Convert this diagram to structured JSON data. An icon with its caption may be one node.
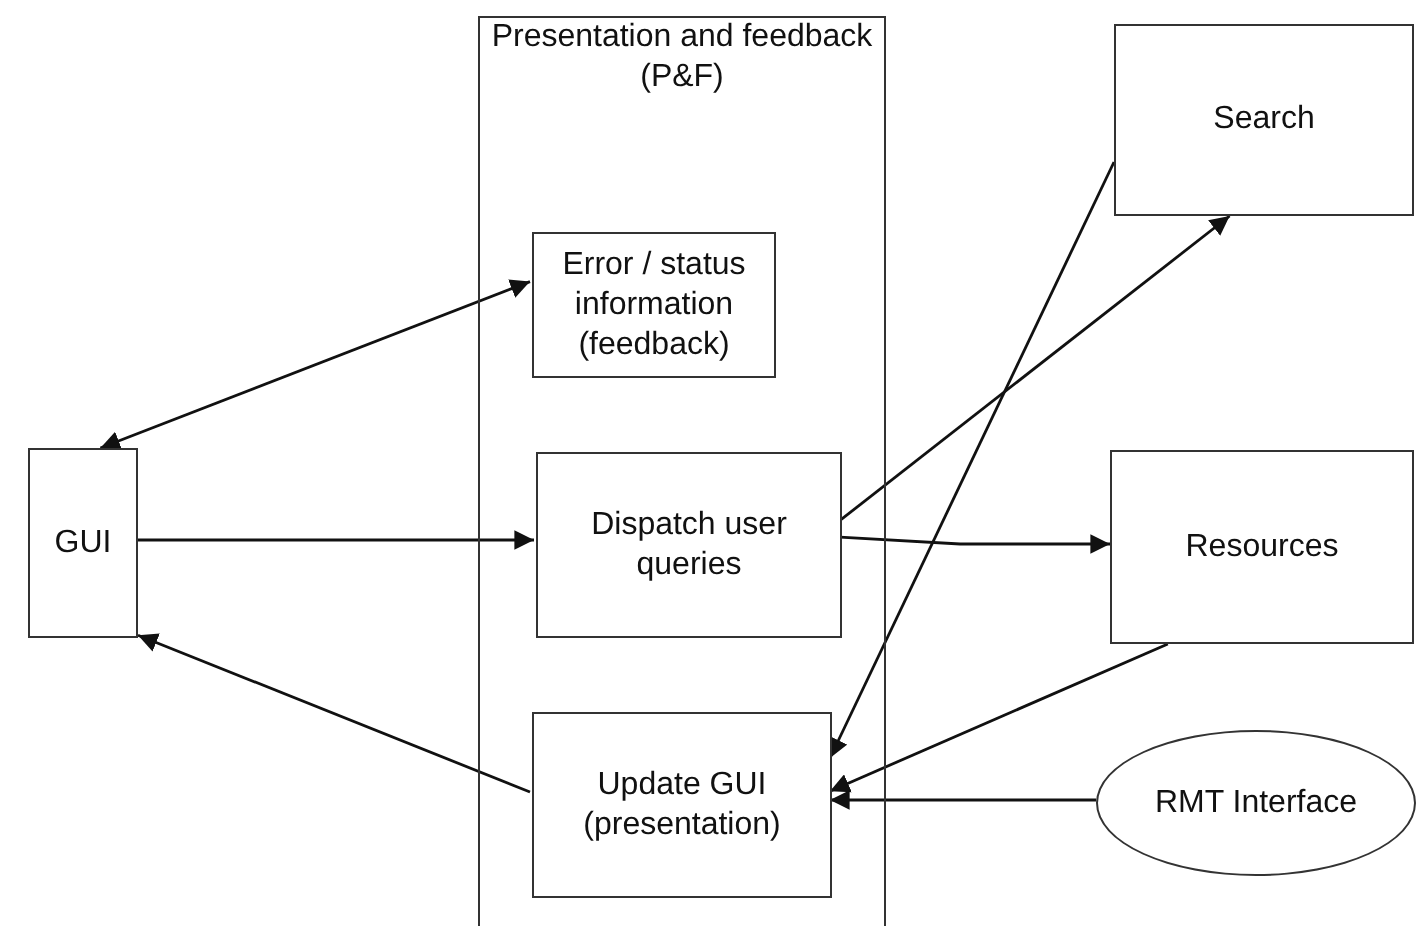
{
  "diagram": {
    "nodes": [
      {
        "text": [
          "GUI"
        ]
      },
      {
        "text": [
          "Presentation and feedback (P&F)"
        ]
      },
      {
        "text": [
          "Error / status information (feedback)"
        ],
        "in": 1
      },
      {
        "text": [
          "Dispatch user queries"
        ],
        "in": 1
      },
      {
        "text": [
          "Update GUI (presentation)"
        ],
        "in": 1
      },
      {
        "text": [
          "Search"
        ]
      },
      {
        "text": [
          "Resources"
        ]
      },
      {
        "text": [
          "RMT Interface"
        ]
      }
    ],
    "edges": [
      {
        "from": 0,
        "to": 2,
        "arrow": "both"
      },
      {
        "from": 0,
        "to": 3,
        "arrow": "to"
      },
      {
        "from": 4,
        "to": 0,
        "arrow": "to"
      },
      {
        "from": 3,
        "to": 5,
        "arrow": "to"
      },
      {
        "from": 3,
        "to": 6,
        "arrow": "to"
      },
      {
        "from": 5,
        "to": 4,
        "arrow": "to"
      },
      {
        "from": 6,
        "to": 4,
        "arrow": "to"
      },
      {
        "from": 7,
        "to": 4,
        "arrow": "to"
      }
    ]
  }
}
